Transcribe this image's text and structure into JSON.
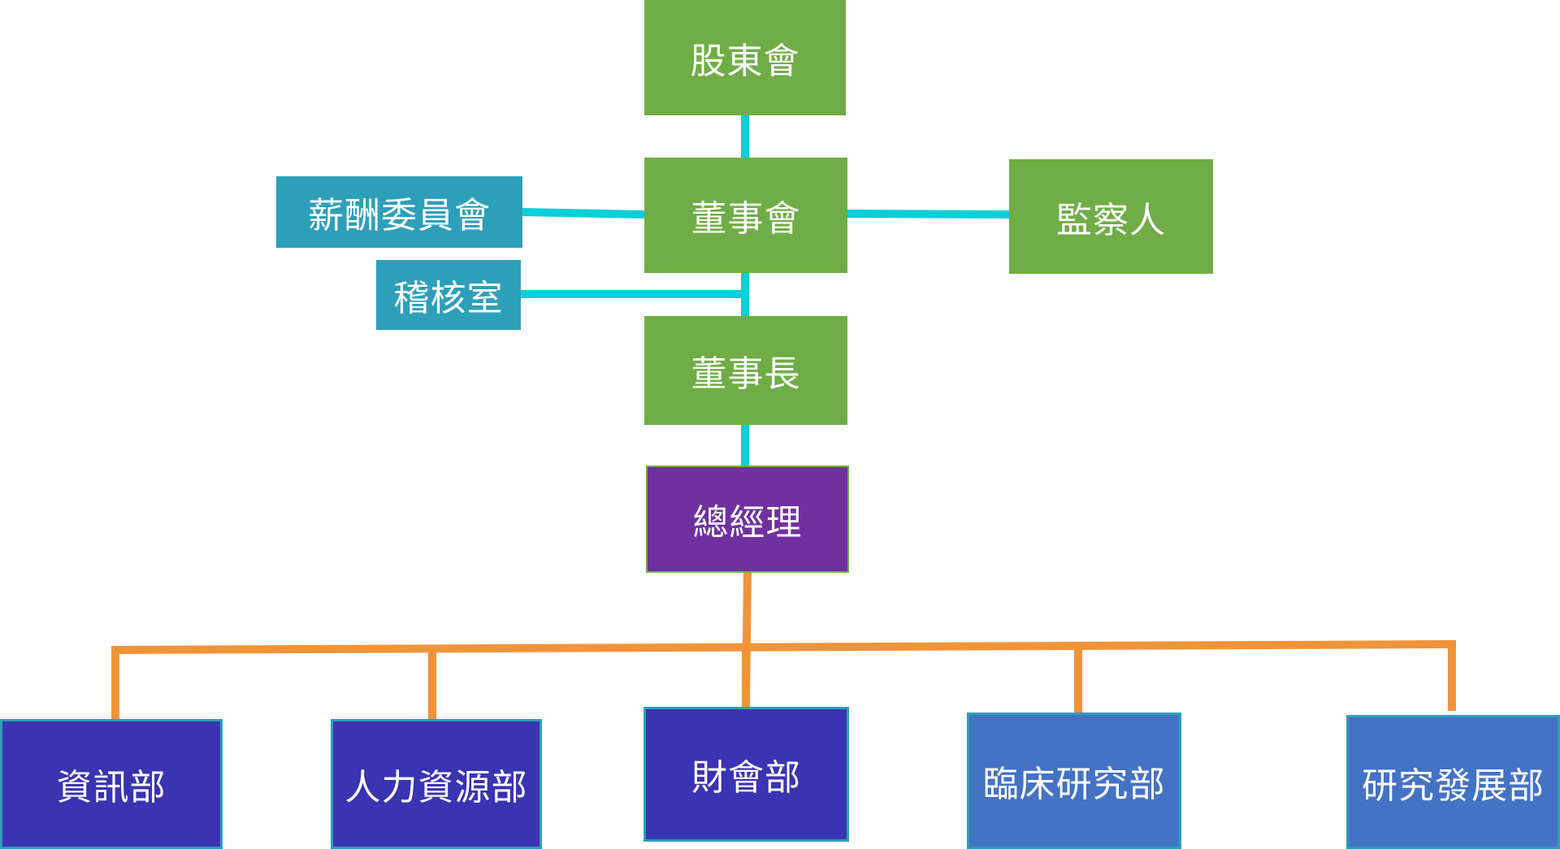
{
  "title": "Organization chart",
  "colors": {
    "board_green": "#70ad47",
    "committee_teal": "#2e9fb8",
    "gm_purple": "#7030a0",
    "dept_navy": "#3a33b2",
    "dept_blue": "#4472c4",
    "connector_cyan": "#0bcfd8",
    "connector_orange": "#f0943a"
  },
  "nodes": {
    "shareholders": "股東會",
    "board": "董事會",
    "supervisor": "監察人",
    "compensation_committee": "薪酬委員會",
    "audit_office": "稽核室",
    "chairman": "董事長",
    "general_manager": "總經理",
    "departments": [
      {
        "label": "資訊部"
      },
      {
        "label": "人力資源部"
      },
      {
        "label": "財會部"
      },
      {
        "label": "臨床研究部"
      },
      {
        "label": "研究發展部"
      }
    ]
  }
}
